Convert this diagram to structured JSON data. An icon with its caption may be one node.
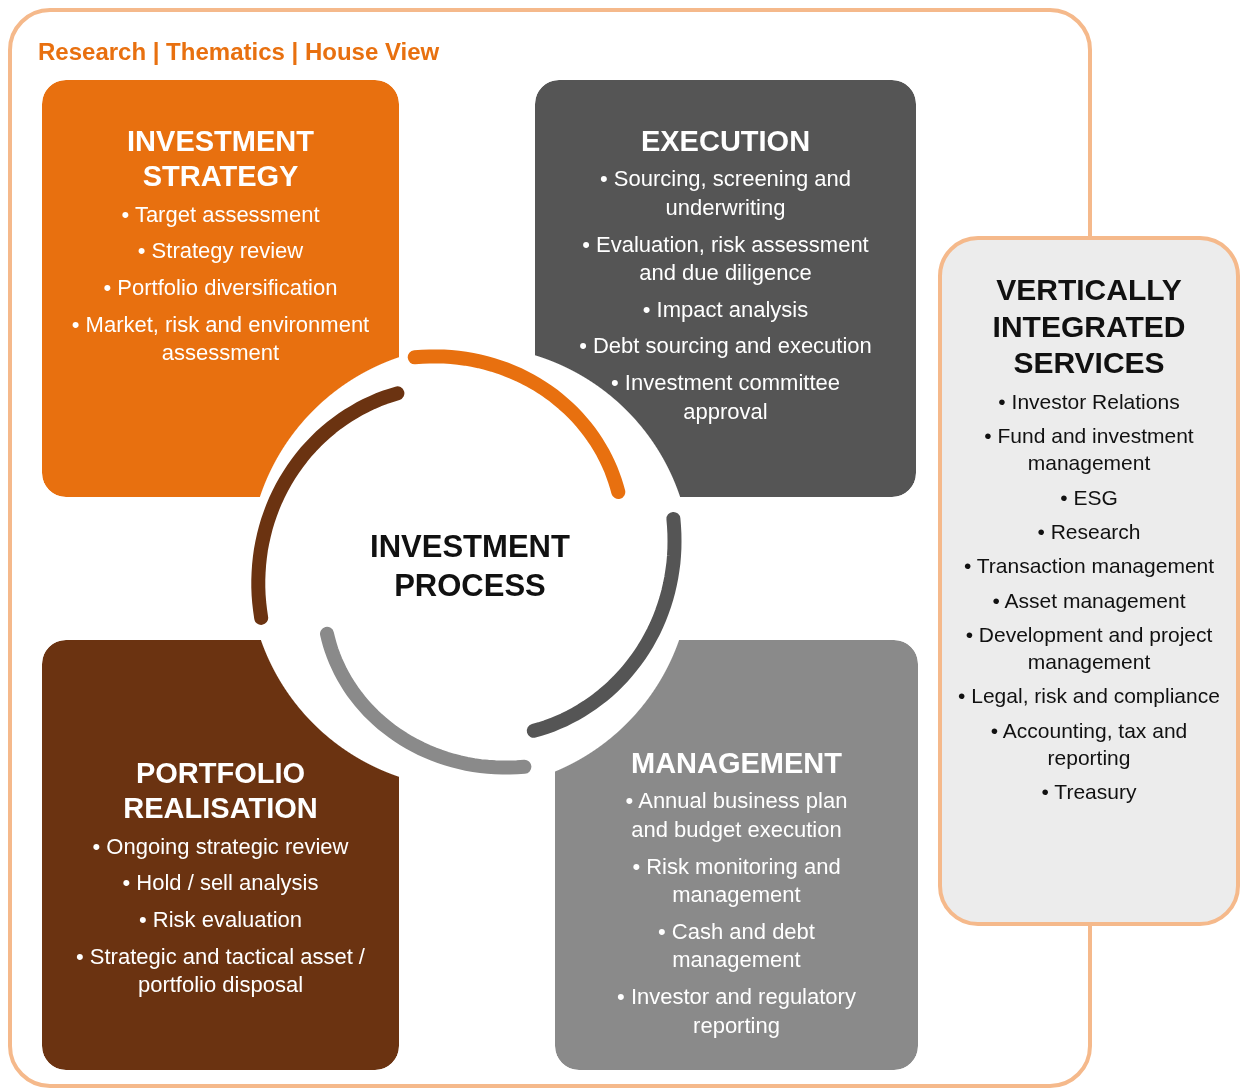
{
  "diagram": {
    "nodes": [
      {
        "text": [
          "Research | Thematics | House View"
        ]
      },
      {
        "text": [
          "INVESTMENT STRATEGY",
          "• Target assessment",
          "• Strategy review",
          "• Portfolio diversification",
          "• Market, risk and environment assessment"
        ],
        "in": 0
      },
      {
        "text": [
          "EXECUTION",
          "• Sourcing, screening and underwriting",
          "• Evaluation, risk assessment and due diligence",
          "• Impact analysis",
          "• Debt sourcing and execution",
          "• Investment committee approval"
        ],
        "in": 0
      },
      {
        "text": [
          "INVESTMENT PROCESS"
        ],
        "in": 0
      },
      {
        "text": [
          "PORTFOLIO REALISATION",
          "• Ongoing strategic review",
          "• Hold / sell analysis",
          "• Risk evaluation",
          "• Strategic and tactical asset / portfolio disposal"
        ],
        "in": 0
      },
      {
        "text": [
          "MANAGEMENT",
          "• Annual business plan and budget execution",
          "• Risk monitoring and management",
          "• Cash and debt management",
          "• Investor and regulatory reporting"
        ],
        "in": 0
      },
      {
        "text": [
          "VERTICALLY INTEGRATED SERVICES",
          "• Investor Relations",
          "• Fund and investment management",
          "• ESG",
          "• Research",
          "• Transaction management",
          "• Asset management",
          "• Development and project management",
          "• Legal, risk and compliance",
          "• Accounting, tax and reporting",
          "• Treasury"
        ]
      }
    ]
  }
}
